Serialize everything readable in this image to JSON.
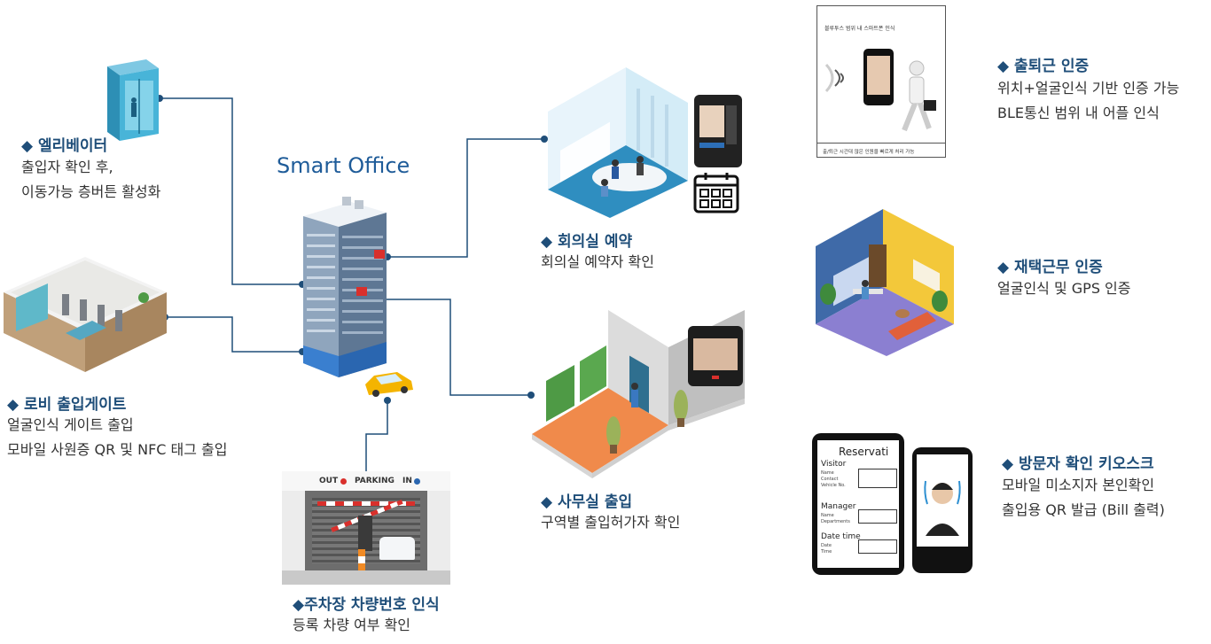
{
  "hub": {
    "title": "Smart Office"
  },
  "features": {
    "elevator": {
      "title": "◆ 엘리베이터",
      "lines": [
        "출입자 확인 후,",
        "이동가능 층버튼 활성화"
      ]
    },
    "lobby": {
      "title": "◆ 로비 출입게이트",
      "lines": [
        "얼굴인식 게이트 출입",
        "모바일 사원증 QR 및 NFC 태그 출입"
      ]
    },
    "parking": {
      "title": "◆주차장 차량번호 인식",
      "lines": [
        "등록 차량 여부 확인"
      ]
    },
    "meeting": {
      "title": "◆ 회의실 예약",
      "lines": [
        "회의실 예약자 확인"
      ]
    },
    "office": {
      "title": "◆ 사무실 출입",
      "lines": [
        "구역별 출입허가자 확인"
      ]
    },
    "attendance": {
      "title": "◆ 출퇴근 인증",
      "lines": [
        "위치+얼굴인식 기반 인증 가능",
        "BLE통신 범위 내 어플 인식"
      ]
    },
    "remote": {
      "title": "◆ 재택근무 인증",
      "lines": [
        "얼굴인식 및 GPS 인증"
      ]
    },
    "visitor": {
      "title": "◆ 방문자 확인 키오스크",
      "lines": [
        "모바일 미소지자 본인확인",
        "출입용 QR 발급 (Bill 출력)"
      ]
    }
  },
  "parking_sign": {
    "out": "OUT",
    "parking": "PARKING",
    "in": "IN"
  },
  "ble_panel": {
    "top": "블루투스 범위 내 스마트폰  인식",
    "bottom": "출/퇴근 시간대 많은 인원을 빠르게 처리 가능"
  },
  "reservation_form": {
    "title": "Reservati",
    "visitor": "Visitor",
    "visitor_fields": [
      "Name",
      "Contact",
      "Vehicle No."
    ],
    "manager": "Manager",
    "manager_fields": [
      "Name",
      "Departments"
    ],
    "date": "Date time",
    "date_fields": [
      "Date",
      "Time"
    ]
  },
  "colors": {
    "accent": "#1f4e79",
    "line": "#1f4e79",
    "hub_title": "#1f5c99"
  }
}
